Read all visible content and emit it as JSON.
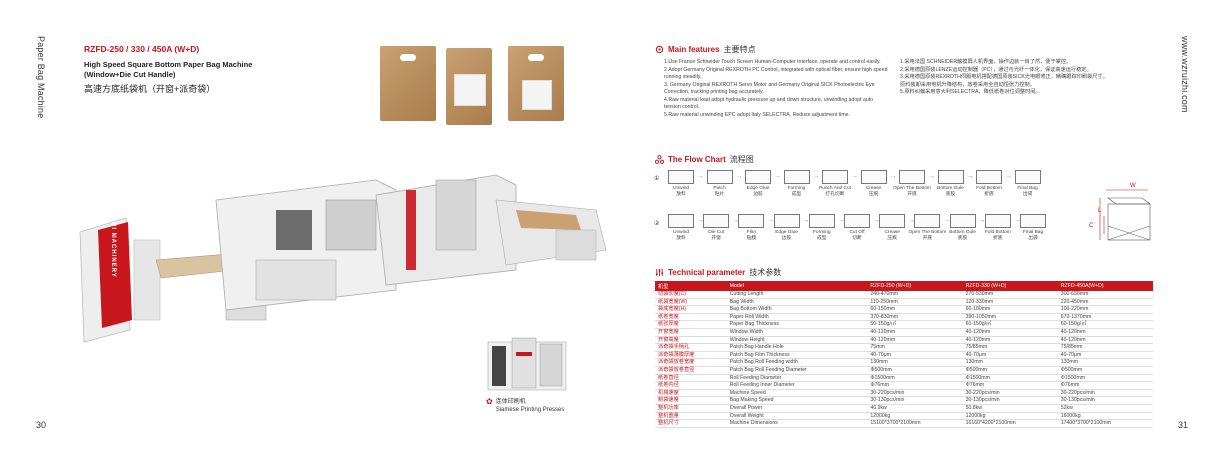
{
  "left_page": {
    "vertical_label": "Paper Bag Machine",
    "page_number": "30",
    "model": "RZFD-250 / 330 / 450A (W+D)",
    "title_en_line1": "High Speed Square Bottom Paper Bag Machine",
    "title_en_line2": "(Window+Die Cut Handle)",
    "title_cn": "高速方底纸袋机（开窗+派奇袋）",
    "machine_brand": "RUIZHI MACHINERY",
    "press_caption_cn": "连体印刷机",
    "press_caption_en": "Siamese Printing Presses"
  },
  "right_page": {
    "vertical_label": "www.wzruizhi.com",
    "page_number": "31",
    "main_features": {
      "heading": "Main features",
      "heading_cn": "主要特点",
      "en": [
        "1.Use France Schneider Touch Screen Human-Computer Interface, operate and control easily.",
        "2.Adopt Germany Original REXROTH PC Control, integrated with optical fiber, ensure high speed running steadily.",
        "3. Germany Original REXROTH Servo Motor and Germany Original SICK Photoelectric Eye Correction, tracking printing bag accurately.",
        "4.Raw material load adopt hydraulic pressure up and down structure, unwinding adopt auto tension control.",
        "5.Raw material unwinding EPC adopt Italy SELECTRA, Reduce adjustment time."
      ],
      "cn": [
        "1.采用法国 SCHNEIDER触摸屏人机界面，操作边就一目了然，便于掌控。",
        "2.采用德国原装LENZE运动控制器（PC），通过与光纤一体化，保证高速运行稳定。",
        "3.采用德国原装REXROTH伺服电机搭配德国原装SICK光电眼修正，精确跟踪印刷袋尺寸。",
        "原料装卸采用电机升降结构，放卷采用全自动恒张力控制。",
        "5.原料纠偏采用意大利SELECTRA，降低纸卷对位调整时间。"
      ]
    },
    "flow_chart": {
      "heading": "The Flow Chart",
      "heading_cn": "流程图",
      "row1_num": "①",
      "row2_num": "②",
      "row1": [
        {
          "en": "Unwind",
          "cn": "放料"
        },
        {
          "en": "Patch",
          "cn": "贴片"
        },
        {
          "en": "Edge Glue",
          "cn": "边胶"
        },
        {
          "en": "Forming",
          "cn": "成型"
        },
        {
          "en": "Punch And Cut",
          "cn": "打孔切断"
        },
        {
          "en": "Crease",
          "cn": "压痕"
        },
        {
          "en": "Open The Bottom",
          "cn": "开底"
        },
        {
          "en": "Bottom Gule",
          "cn": "底胶"
        },
        {
          "en": "Fold Bottom",
          "cn": "折底"
        },
        {
          "en": "Final Bag",
          "cn": "出袋"
        }
      ],
      "row2": [
        {
          "en": "Unwind",
          "cn": "放料"
        },
        {
          "en": "Die Cut",
          "cn": "开窗"
        },
        {
          "en": "Film",
          "cn": "贴膜"
        },
        {
          "en": "Edge Glue",
          "cn": "边胶"
        },
        {
          "en": "Forming",
          "cn": "成型"
        },
        {
          "en": "Cut Off",
          "cn": "切断"
        },
        {
          "en": "Crease",
          "cn": "压痕"
        },
        {
          "en": "Open The Bottom",
          "cn": "开底"
        },
        {
          "en": "Bottom Gule",
          "cn": "底胶"
        },
        {
          "en": "Fold Bottom",
          "cn": "折底"
        },
        {
          "en": "Final Bag",
          "cn": "出袋"
        }
      ],
      "diagram_labels": {
        "w": "W",
        "c": "C",
        "l": "L"
      }
    },
    "tech": {
      "heading": "Technical parameter",
      "heading_cn": "技术参数",
      "headers": [
        "机型",
        "Model",
        "RZFD-250 (W+D)",
        "RZFD-330 (W+D)",
        "RZFD-450A(W+D)"
      ],
      "rows": [
        [
          "切袋长度(C)",
          "Cutting Length",
          "240-470mm",
          "270-530mm",
          "300-630mm"
        ],
        [
          "纸袋宽度(W)",
          "Bag Width",
          "110-250mm",
          "120-330mm",
          "220-450mm"
        ],
        [
          "袋底宽度(H)",
          "Bag Bottom Width",
          "60-150mm",
          "60-180mm",
          "100-220mm"
        ],
        [
          "纸卷宽度",
          "Paper Roll Width",
          "370-830mm",
          "390-1050mm",
          "670-1370mm"
        ],
        [
          "纸张厚度",
          "Paper Bag Thickness",
          "50-150g/㎡",
          "60-150g/㎡",
          "60-150g/㎡"
        ],
        [
          "开窗宽度",
          "Window Width",
          "40-120mm",
          "40-120mm",
          "40-120mm"
        ],
        [
          "开窗高度",
          "Window Height",
          "40-120mm",
          "40-120mm",
          "40-120mm"
        ],
        [
          "派奇袋手柄孔",
          "Patch Bag Handle Hole",
          "75mm",
          "75/85mm",
          "75/85mm"
        ],
        [
          "派奇袋薄膜厚度",
          "Patch Bag Film Thickness",
          "40-70μm",
          "40-70μm",
          "40-70μm"
        ],
        [
          "派奇袋放卷宽度",
          "Patch Bag Roll Feeding width",
          "130mm",
          "130mm",
          "130mm"
        ],
        [
          "派奇袋放卷直径",
          "Patch Bag Roll Feeding Diameter",
          "Φ500mm",
          "Φ500mm",
          "Φ500mm"
        ],
        [
          "纸卷直径",
          "Roll Feeding Diameter",
          "Φ1500mm",
          "Φ1500mm",
          "Φ1500mm"
        ],
        [
          "纸卷内径",
          "Roll Feeding Inner Diameter",
          "Φ76mm",
          "Φ76mm",
          "Φ76mm"
        ],
        [
          "机械速度",
          "Machine Speed",
          "30-220pcs/min",
          "30-220pcs/min",
          "30-220pcs/min"
        ],
        [
          "制袋速度",
          "Bag Making Speed",
          "30-130pcs/min",
          "30-130pcs/min",
          "30-130pcs/min"
        ],
        [
          "整机功率",
          "Overall Power",
          "40.9kw",
          "50.8kw",
          "52kw"
        ],
        [
          "整机重量",
          "Overall Weight",
          "12000kg",
          "12000kg",
          "16000kg"
        ],
        [
          "整机尺寸",
          "Machine Dimensions",
          "15100*3700*2100mm",
          "16160*4200*2100mm",
          "17400*3700*2100mm"
        ]
      ]
    },
    "colors": {
      "accent": "#c8161d",
      "kraft": "#b88a57"
    }
  }
}
